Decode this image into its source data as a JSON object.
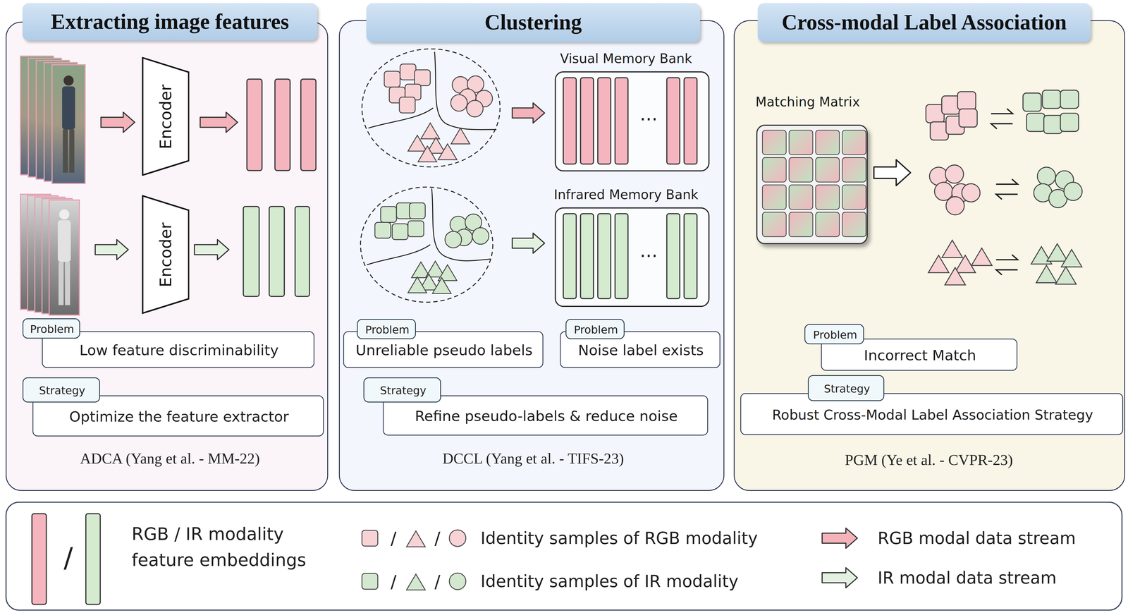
{
  "diagram": {
    "nodes": [
      {
        "text": [
          "Extracting image features",
          "ADCA (Yang et al. - MM-22)"
        ]
      },
      {
        "text": [
          "Encoder"
        ],
        "in": 0
      },
      {
        "text": [
          "Encoder"
        ],
        "in": 0
      },
      {
        "text": [
          "Problem"
        ],
        "in": 0
      },
      {
        "text": [
          "Low feature discriminability"
        ],
        "in": 0
      },
      {
        "text": [
          "Strategy"
        ],
        "in": 0
      },
      {
        "text": [
          "Optimize the feature extractor"
        ],
        "in": 0
      },
      {
        "text": [
          "Clustering",
          "DCCL (Yang et al. - TIFS-23)"
        ]
      },
      {
        "text": [
          "Visual Memory Bank",
          "···"
        ],
        "in": 7
      },
      {
        "text": [
          "Infrared Memory Bank",
          "···"
        ],
        "in": 7
      },
      {
        "text": [
          "Problem"
        ],
        "in": 7
      },
      {
        "text": [
          "Unreliable pseudo labels"
        ],
        "in": 7
      },
      {
        "text": [
          "Problem"
        ],
        "in": 7
      },
      {
        "text": [
          "Noise label exists"
        ],
        "in": 7
      },
      {
        "text": [
          "Strategy"
        ],
        "in": 7
      },
      {
        "text": [
          "Refine pseudo-labels & reduce noise"
        ],
        "in": 7
      },
      {
        "text": [
          "Cross-modal Label Association",
          "PGM (Ye et al. - CVPR-23)"
        ]
      },
      {
        "text": [
          "Matching Matrix"
        ],
        "in": 16
      },
      {
        "text": [
          "Problem"
        ],
        "in": 16
      },
      {
        "text": [
          "Incorrect Match"
        ],
        "in": 16
      },
      {
        "text": [
          "Strategy"
        ],
        "in": 16
      },
      {
        "text": [
          "Robust Cross-Modal Label Association Strategy"
        ],
        "in": 16
      }
    ],
    "labels": [
      "/",
      "/",
      "/",
      "/",
      "/"
    ],
    "legend": [
      {
        "text": "RGB / IR modality feature embeddings"
      },
      {
        "text": "Identity samples of RGB modality"
      },
      {
        "text": "RGB modal data stream"
      },
      {
        "text": "Identity samples of IR modality"
      },
      {
        "text": "IR modal data stream"
      }
    ]
  }
}
